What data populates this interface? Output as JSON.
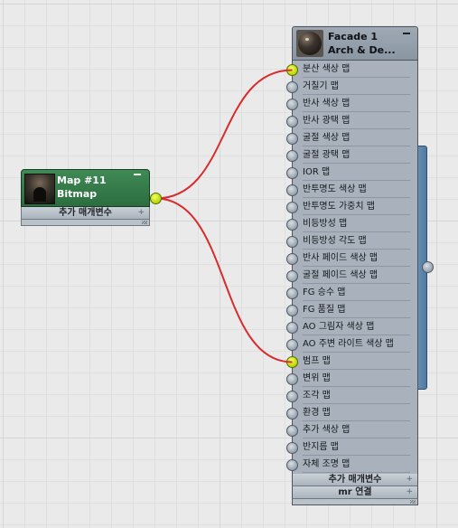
{
  "map_node": {
    "title_line1": "Map #11",
    "title_line2": "Bitmap",
    "rollout_label": "추가 매개변수",
    "accent_color": "#2f7345"
  },
  "material_node": {
    "title_line1": "Facade 1",
    "title_line2": "Arch & De...",
    "slots": [
      {
        "label": "분산 색상 맵",
        "connected": true
      },
      {
        "label": "거칠기 맵",
        "connected": false
      },
      {
        "label": "반사 색상 맵",
        "connected": false
      },
      {
        "label": "반사 광택 맵",
        "connected": false
      },
      {
        "label": "굴절 색상 맵",
        "connected": false
      },
      {
        "label": "굴절 광택 맵",
        "connected": false
      },
      {
        "label": "IOR 맵",
        "connected": false
      },
      {
        "label": "반투명도 색상 맵",
        "connected": false
      },
      {
        "label": "반투명도 가중치 맵",
        "connected": false
      },
      {
        "label": "비등방성 맵",
        "connected": false
      },
      {
        "label": "비등방성 각도 맵",
        "connected": false
      },
      {
        "label": "반사 페이드 색상 맵",
        "connected": false
      },
      {
        "label": "굴절 페이드 색상 맵",
        "connected": false
      },
      {
        "label": "FG 승수 맵",
        "connected": false
      },
      {
        "label": "FG 품질 맵",
        "connected": false
      },
      {
        "label": "AO 그림자 색상 맵",
        "connected": false
      },
      {
        "label": "AO 주변 라이트 색상 맵",
        "connected": false
      },
      {
        "label": "범프 맵",
        "connected": true
      },
      {
        "label": "변위 맵",
        "connected": false
      },
      {
        "label": "조각 맵",
        "connected": false
      },
      {
        "label": "환경 맵",
        "connected": false
      },
      {
        "label": "추가 색상 맵",
        "connected": false
      },
      {
        "label": "반지름 맵",
        "connected": false
      },
      {
        "label": "자체 조명 맵",
        "connected": false
      }
    ],
    "rollouts": [
      "추가 매개변수",
      "mr 연결"
    ]
  },
  "colors": {
    "wire": "#d92b2b",
    "connected_socket": "#c8e400",
    "side_panel": "#5b84ad"
  }
}
